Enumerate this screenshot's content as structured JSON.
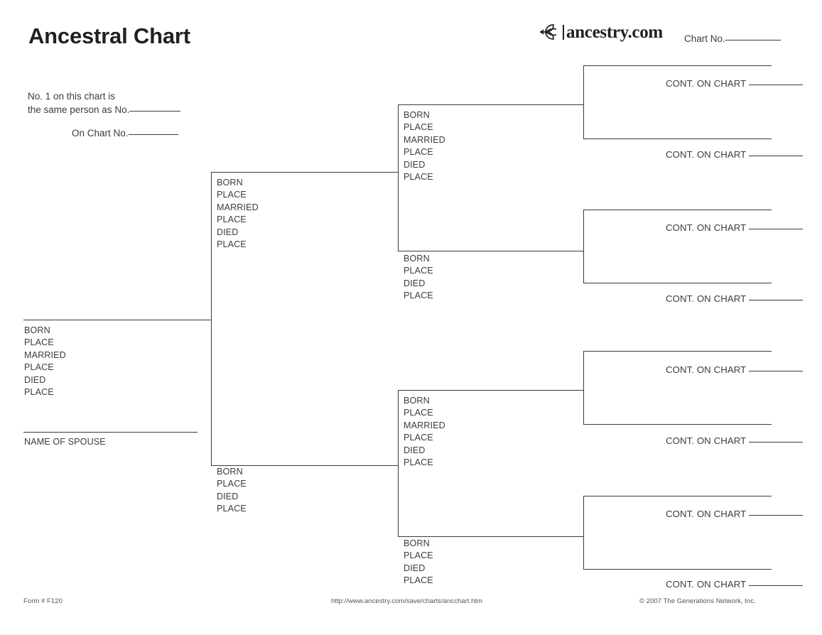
{
  "header": {
    "title": "Ancestral Chart",
    "brand_name": "ancestry.com",
    "brand_icon": "leaf-logo-icon",
    "chart_no_label": "Chart No."
  },
  "note": {
    "line1": "No. 1 on this chart is",
    "line2": "the same person as No.",
    "line3": "On Chart No."
  },
  "fields": {
    "born": "BORN",
    "place": "PLACE",
    "married": "MARRIED",
    "died": "DIED"
  },
  "person1": {
    "labels": [
      "BORN",
      "PLACE",
      "MARRIED",
      "PLACE",
      "DIED",
      "PLACE"
    ],
    "spouse_label": "NAME OF SPOUSE"
  },
  "generation2": [
    {
      "id": "father",
      "labels": [
        "BORN",
        "PLACE",
        "MARRIED",
        "PLACE",
        "DIED",
        "PLACE"
      ]
    },
    {
      "id": "mother",
      "labels": [
        "BORN",
        "PLACE",
        "DIED",
        "PLACE"
      ]
    }
  ],
  "generation3": [
    {
      "id": "paternal-grandfather",
      "labels": [
        "BORN",
        "PLACE",
        "MARRIED",
        "PLACE",
        "DIED",
        "PLACE"
      ]
    },
    {
      "id": "paternal-grandmother",
      "labels": [
        "BORN",
        "PLACE",
        "DIED",
        "PLACE"
      ]
    },
    {
      "id": "maternal-grandfather",
      "labels": [
        "BORN",
        "PLACE",
        "MARRIED",
        "PLACE",
        "DIED",
        "PLACE"
      ]
    },
    {
      "id": "maternal-grandmother",
      "labels": [
        "BORN",
        "PLACE",
        "DIED",
        "PLACE"
      ]
    }
  ],
  "generation4": [
    {
      "id": "ggp-1",
      "cont_label": "CONT. ON CHART"
    },
    {
      "id": "ggp-2",
      "cont_label": "CONT. ON CHART"
    },
    {
      "id": "ggp-3",
      "cont_label": "CONT. ON CHART"
    },
    {
      "id": "ggp-4",
      "cont_label": "CONT. ON CHART"
    },
    {
      "id": "ggp-5",
      "cont_label": "CONT. ON CHART"
    },
    {
      "id": "ggp-6",
      "cont_label": "CONT. ON CHART"
    },
    {
      "id": "ggp-7",
      "cont_label": "CONT. ON CHART"
    },
    {
      "id": "ggp-8",
      "cont_label": "CONT. ON CHART"
    }
  ],
  "footer": {
    "form_number": "Form # F120",
    "url": "http://www.ancestry.com/save/charts/ancchart.htm",
    "copyright": "© 2007 The Generations Network, Inc."
  },
  "colors": {
    "ink": "#3a3a42",
    "title": "#231f20",
    "paper": "#ffffff",
    "footer_ink": "#55555f"
  }
}
